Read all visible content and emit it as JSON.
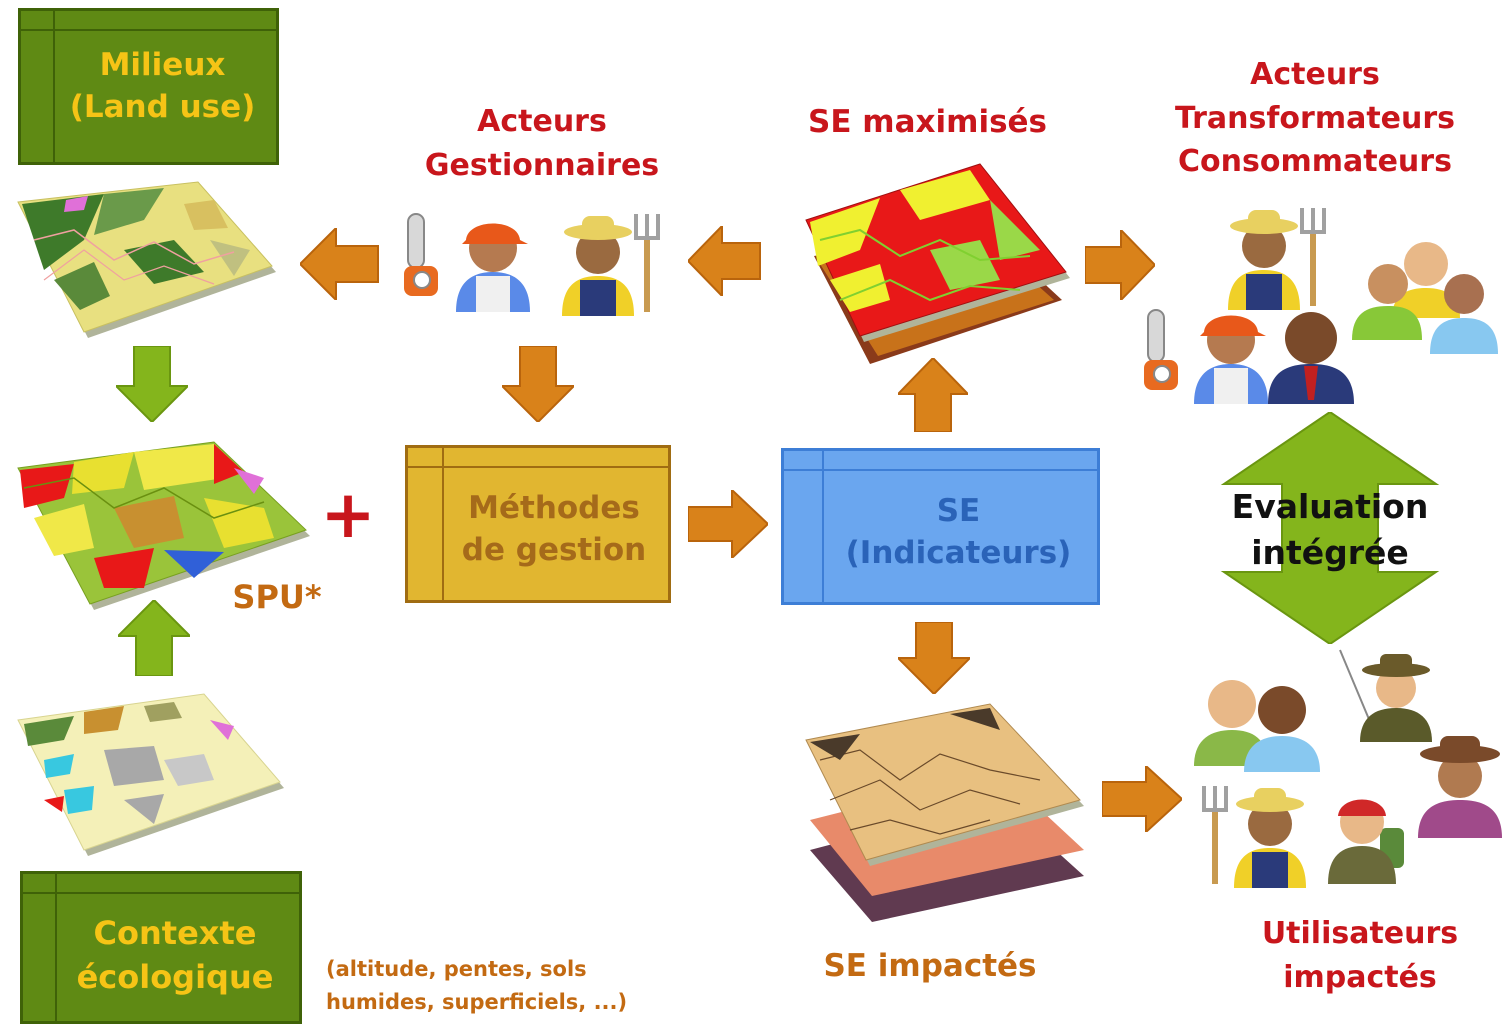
{
  "boxes": {
    "milieux": {
      "line1": "Milieux",
      "line2": "(Land use)"
    },
    "contexte": {
      "line1": "Contexte",
      "line2": "écologique"
    },
    "methodes": {
      "line1": "Méthodes",
      "line2": "de gestion"
    },
    "se": {
      "line1": "SE",
      "line2": "(Indicateurs)"
    }
  },
  "labels": {
    "acteurs_gestionnaires": {
      "line1": "Acteurs",
      "line2": "Gestionnaires"
    },
    "se_maximises": "SE maximisés",
    "acteurs_transformateurs": {
      "line1": "Acteurs",
      "line2": "Transformateurs",
      "line3": "Consommateurs"
    },
    "spu": "SPU*",
    "plus": "+",
    "evaluation": {
      "line1": "Evaluation",
      "line2": "intégrée"
    },
    "se_impactes": "SE impactés",
    "utilisateurs": {
      "line1": "Utilisateurs",
      "line2": "impactés"
    },
    "context_note": {
      "line1": "(altitude, pentes, sols",
      "line2": "humides, superficiels, ...)"
    }
  },
  "colors": {
    "green_box": "#5f8a14",
    "gold_box": "#e1b630",
    "blue_box": "#6aa6ef",
    "orange_arrow": "#d9821a",
    "green_arrow": "#84b51c",
    "red_text": "#c8161c",
    "orange_text": "#c36a12"
  },
  "icons": [
    "chainsaw-icon",
    "forester-person-icon",
    "farmer-with-fork-icon",
    "person-group-icon",
    "businessman-icon",
    "fisherman-icon",
    "hiker-icon",
    "cowgirl-icon"
  ]
}
